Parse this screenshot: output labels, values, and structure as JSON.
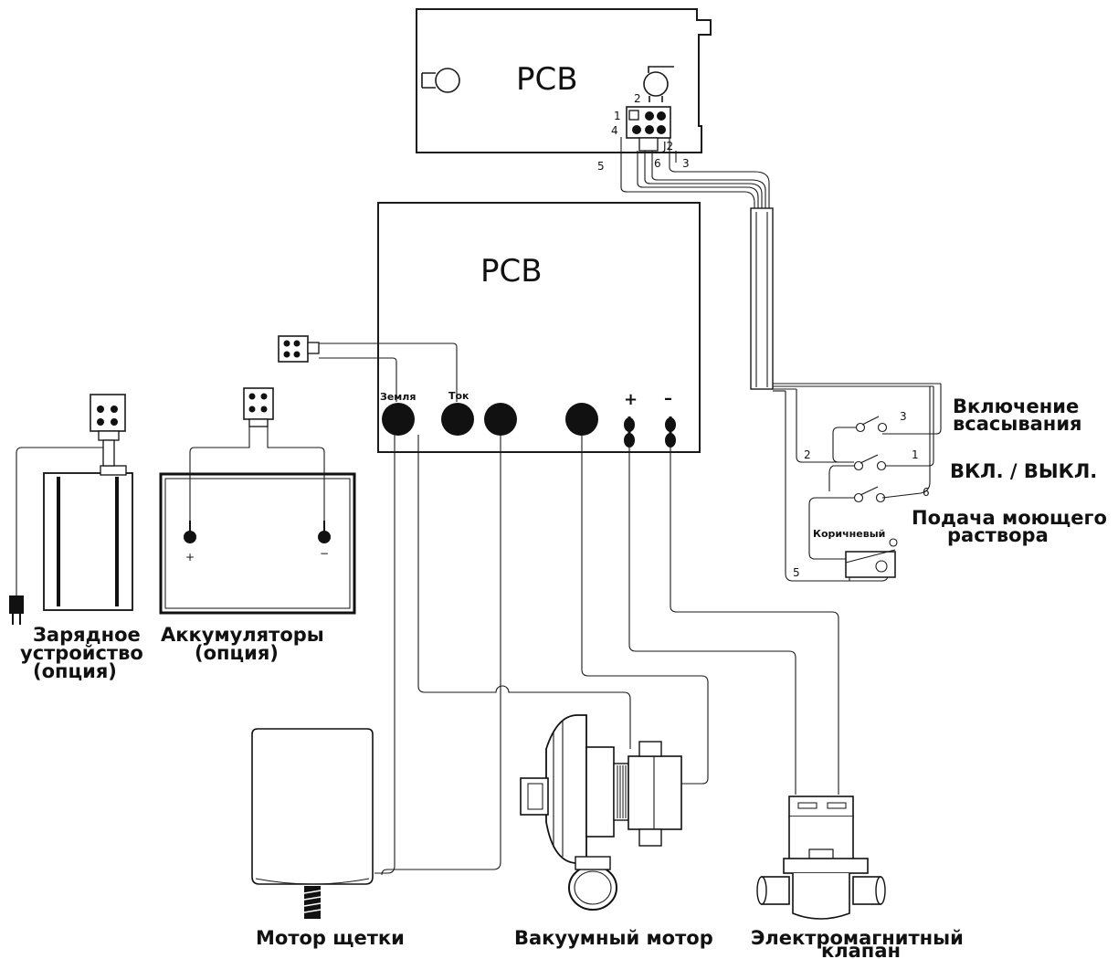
{
  "pcb_top": {
    "label": "PCB",
    "pin_2": "2",
    "pin_1": "1",
    "pin_4": "4",
    "connector": "J2",
    "wire_5": "5",
    "wire_6": "6",
    "wire_3": "3"
  },
  "pcb_main": {
    "label": "PCB",
    "ground_label": "Земля",
    "current_label": "Ток",
    "plus_label": "+",
    "minus_label": "–"
  },
  "battery": {
    "plus_mark": "+",
    "minus_mark": "−",
    "label_line1": "Аккумуляторы",
    "label_line2": "(опция)"
  },
  "charger": {
    "label_line1": "Зарядное",
    "label_line2": "устройство",
    "label_line3": "(опция)"
  },
  "switches": {
    "suction_line1": "Включение",
    "suction_line2": "всасывания",
    "power": "ВКЛ. / ВЫКЛ.",
    "detergent_line1": "Подача моющего",
    "detergent_line2": "раствора",
    "brown": "Коричневый",
    "wire_3": "3",
    "wire_2": "2",
    "wire_1": "1",
    "wire_6": "6",
    "wire_5": "5"
  },
  "brush_motor": {
    "label": "Мотор щетки"
  },
  "vacuum_motor": {
    "label": "Вакуумный мотор"
  },
  "solenoid_valve": {
    "label_line1": "Электромагнитный",
    "label_line2": "клапан"
  }
}
